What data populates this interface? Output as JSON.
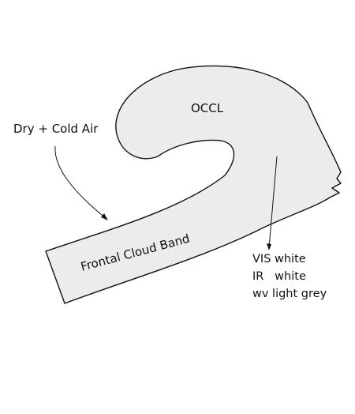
{
  "labels": {
    "occl": "OCCL",
    "dry_cold_air": "Dry + Cold Air",
    "frontal_cloud_band": "Frontal Cloud Band",
    "vis": "VIS white",
    "ir": "IR   white",
    "wv": "wv light grey"
  },
  "colors": {
    "cloud_fill": "#ececec",
    "outline": "#111111",
    "text": "#111111"
  }
}
